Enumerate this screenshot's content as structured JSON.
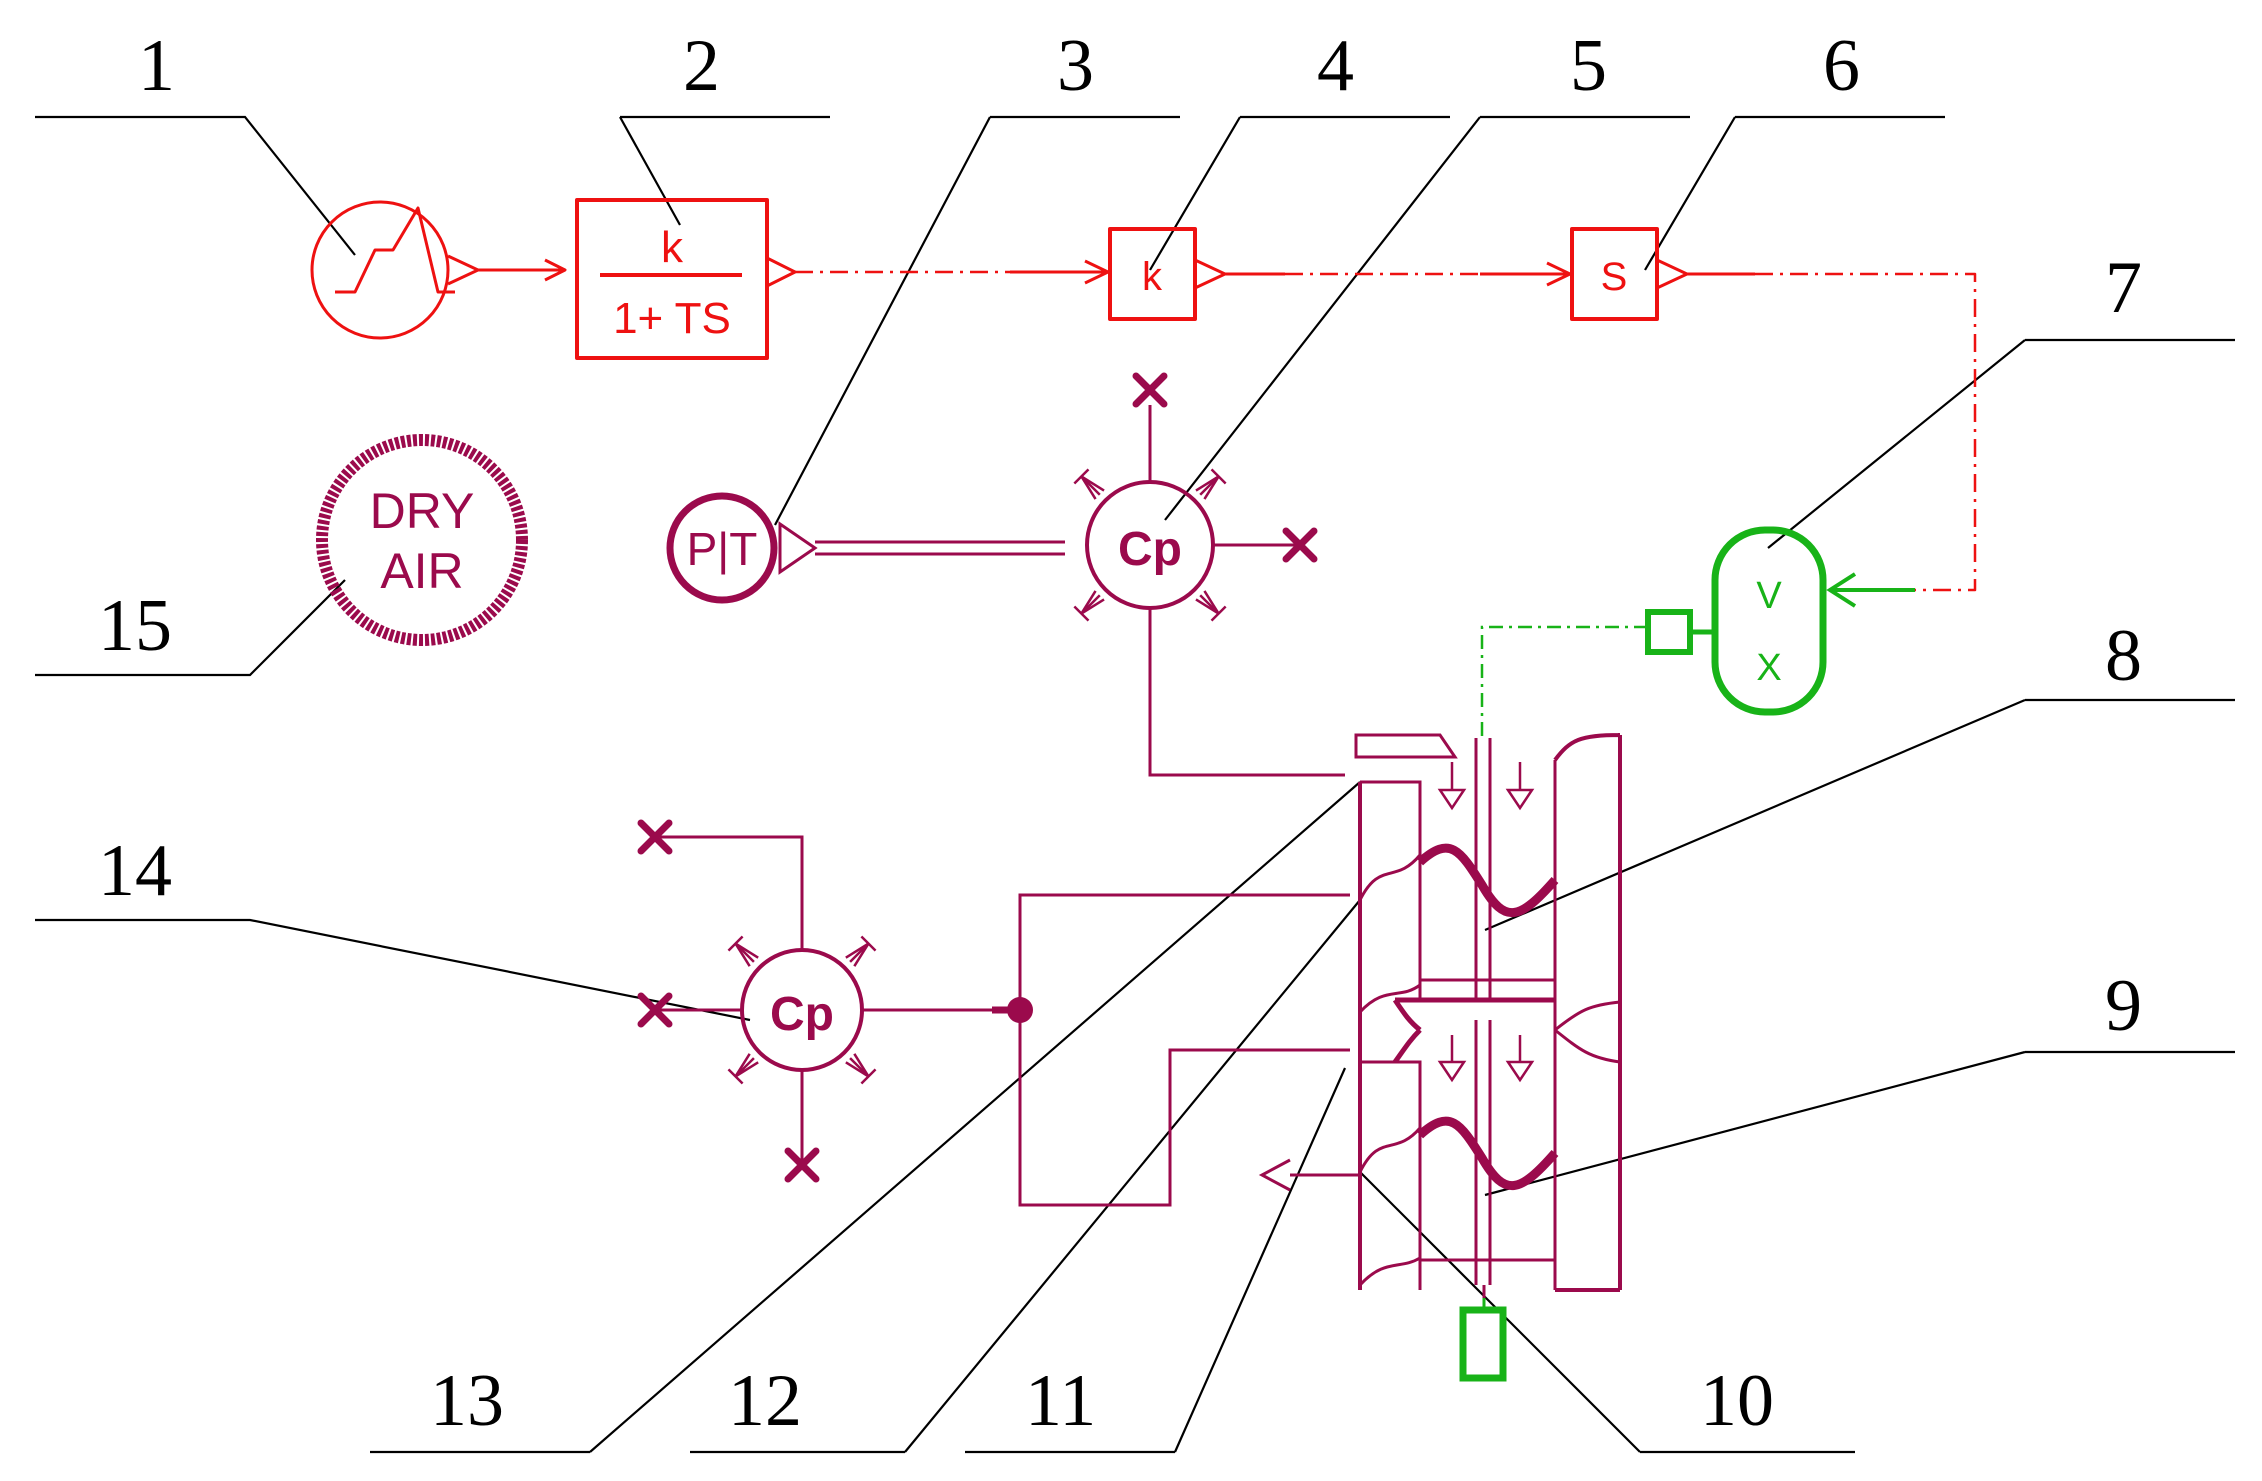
{
  "colors": {
    "signal": "#ee1111",
    "mechanical": "#9b0a4c",
    "actuator": "#18b318",
    "label": "#000000"
  },
  "callouts": {
    "c1": "1",
    "c2": "2",
    "c3": "3",
    "c4": "4",
    "c5": "5",
    "c6": "6",
    "c7": "7",
    "c8": "8",
    "c9": "9",
    "c10": "10",
    "c11": "11",
    "c12": "12",
    "c13": "13",
    "c14": "14",
    "c15": "15"
  },
  "blocks": {
    "transfer_num": "k",
    "transfer_den": "1+ TS",
    "gain": "k",
    "integrator": "S",
    "pt_sensor": "P|T",
    "chamber_upper": "Cp",
    "chamber_lower": "Cp",
    "actuator_v": "V",
    "actuator_x": "X",
    "dry_air_line1": "DRY",
    "dry_air_line2": "AIR"
  },
  "icons": {
    "signal_source": "signal-source-icon",
    "dry_air": "dry-air-icon",
    "vent": "vent-cross-icon"
  }
}
